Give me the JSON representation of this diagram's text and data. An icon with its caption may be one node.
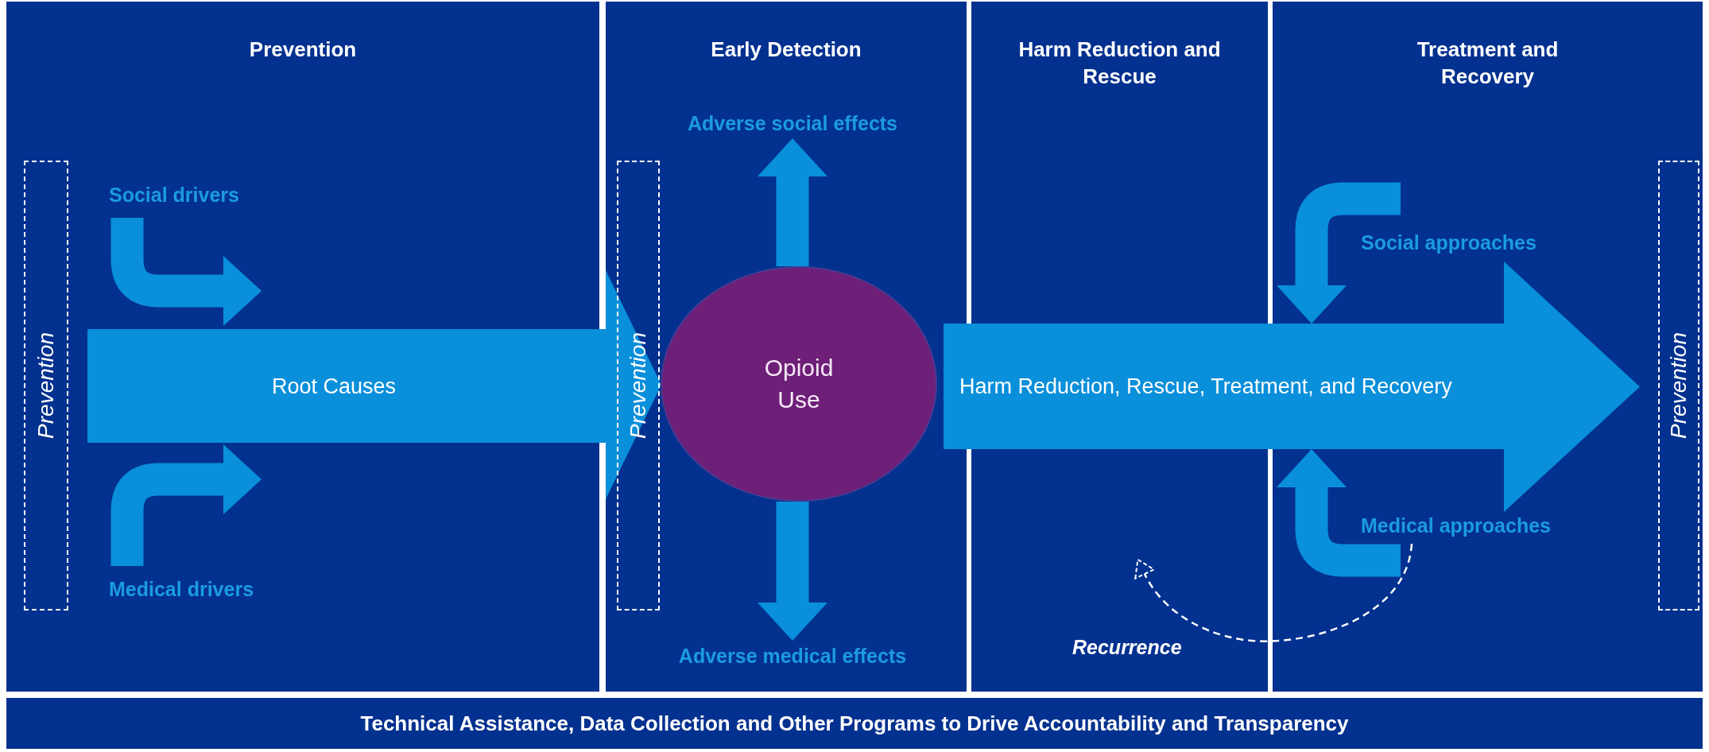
{
  "diagram": {
    "nodes": [
      {
        "text": [
          "Prevention"
        ]
      },
      {
        "text": [
          "Early Detection"
        ]
      },
      {
        "text": [
          "Harm Reduction and Rescue"
        ]
      },
      {
        "text": [
          "Treatment and Recovery"
        ]
      },
      {
        "text": [
          "Prevention"
        ],
        "in": 0
      },
      {
        "text": [
          "Social drivers"
        ],
        "in": 0
      },
      {
        "text": [
          "Root Causes"
        ]
      },
      {
        "text": [
          "Medical drivers"
        ],
        "in": 0
      },
      {
        "text": [
          "Prevention"
        ],
        "in": 1
      },
      {
        "text": [
          "Adverse social effects"
        ],
        "in": 1
      },
      {
        "text": [
          "Opioid Use"
        ],
        "in": 1
      },
      {
        "text": [
          "Adverse medical effects"
        ],
        "in": 1
      },
      {
        "text": [
          "Harm Reduction, Rescue, Treatment, and Recovery"
        ]
      },
      {
        "text": [
          "Social approaches"
        ],
        "in": 3
      },
      {
        "text": [
          "Medical approaches"
        ],
        "in": 3
      },
      {
        "text": [
          "Prevention"
        ],
        "in": 3
      },
      {
        "text": [
          "Technical Assistance, Data Collection and Other Programs to Drive Accountability and Transparency"
        ]
      }
    ],
    "edges": [
      {
        "from": 5,
        "to": 6,
        "arrow": "to"
      },
      {
        "from": 7,
        "to": 6,
        "arrow": "to"
      },
      {
        "from": 10,
        "to": 9,
        "arrow": "to"
      },
      {
        "from": 10,
        "to": 11,
        "arrow": "to"
      },
      {
        "from": 13,
        "to": 12,
        "arrow": "to"
      },
      {
        "from": 14,
        "to": 12,
        "arrow": "to"
      },
      {
        "from": 14,
        "to": 2,
        "arrow": "to",
        "style": "dashed",
        "color": "#ffffff",
        "label": "Recurrence"
      }
    ]
  }
}
